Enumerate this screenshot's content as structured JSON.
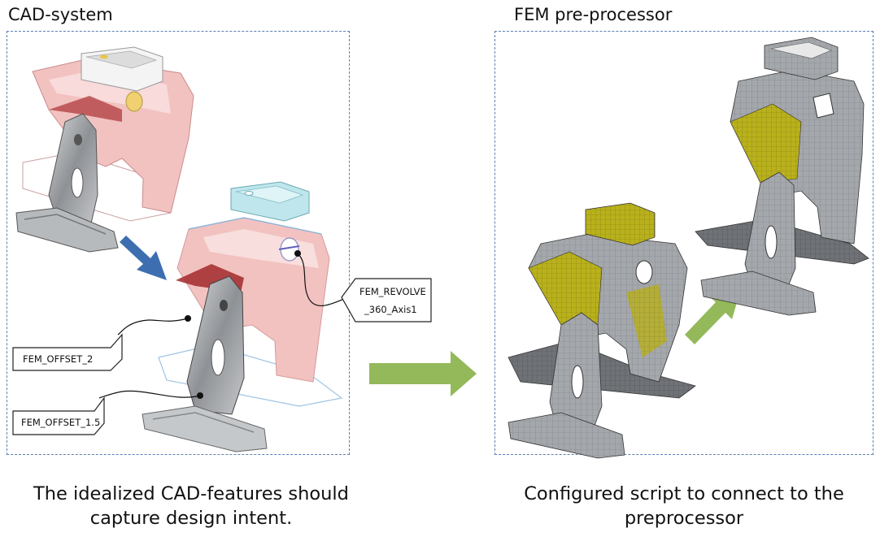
{
  "left_panel": {
    "title": "CAD-system",
    "tags": {
      "revolve_line1": "FEM_REVOLVE",
      "revolve_line2": "_360_Axis1",
      "offset_2": "FEM_OFFSET_2",
      "offset_15": "FEM_OFFSET_1.5"
    },
    "caption_line1": "The idealized CAD-features should",
    "caption_line2": "capture design intent."
  },
  "right_panel": {
    "title": "FEM pre-processor",
    "caption_line1": "Configured script to connect to the",
    "caption_line2": "preprocessor"
  },
  "colors": {
    "panel_border": "#5b7fb5",
    "blue_arrow": "#3d6fb0",
    "green_arrow": "#93b95a",
    "pink_surface": "#f3c6c4",
    "cyan_surface": "#bfe6ec",
    "steel": "#9a9da1",
    "mesh_yellow": "#b8b21a"
  }
}
